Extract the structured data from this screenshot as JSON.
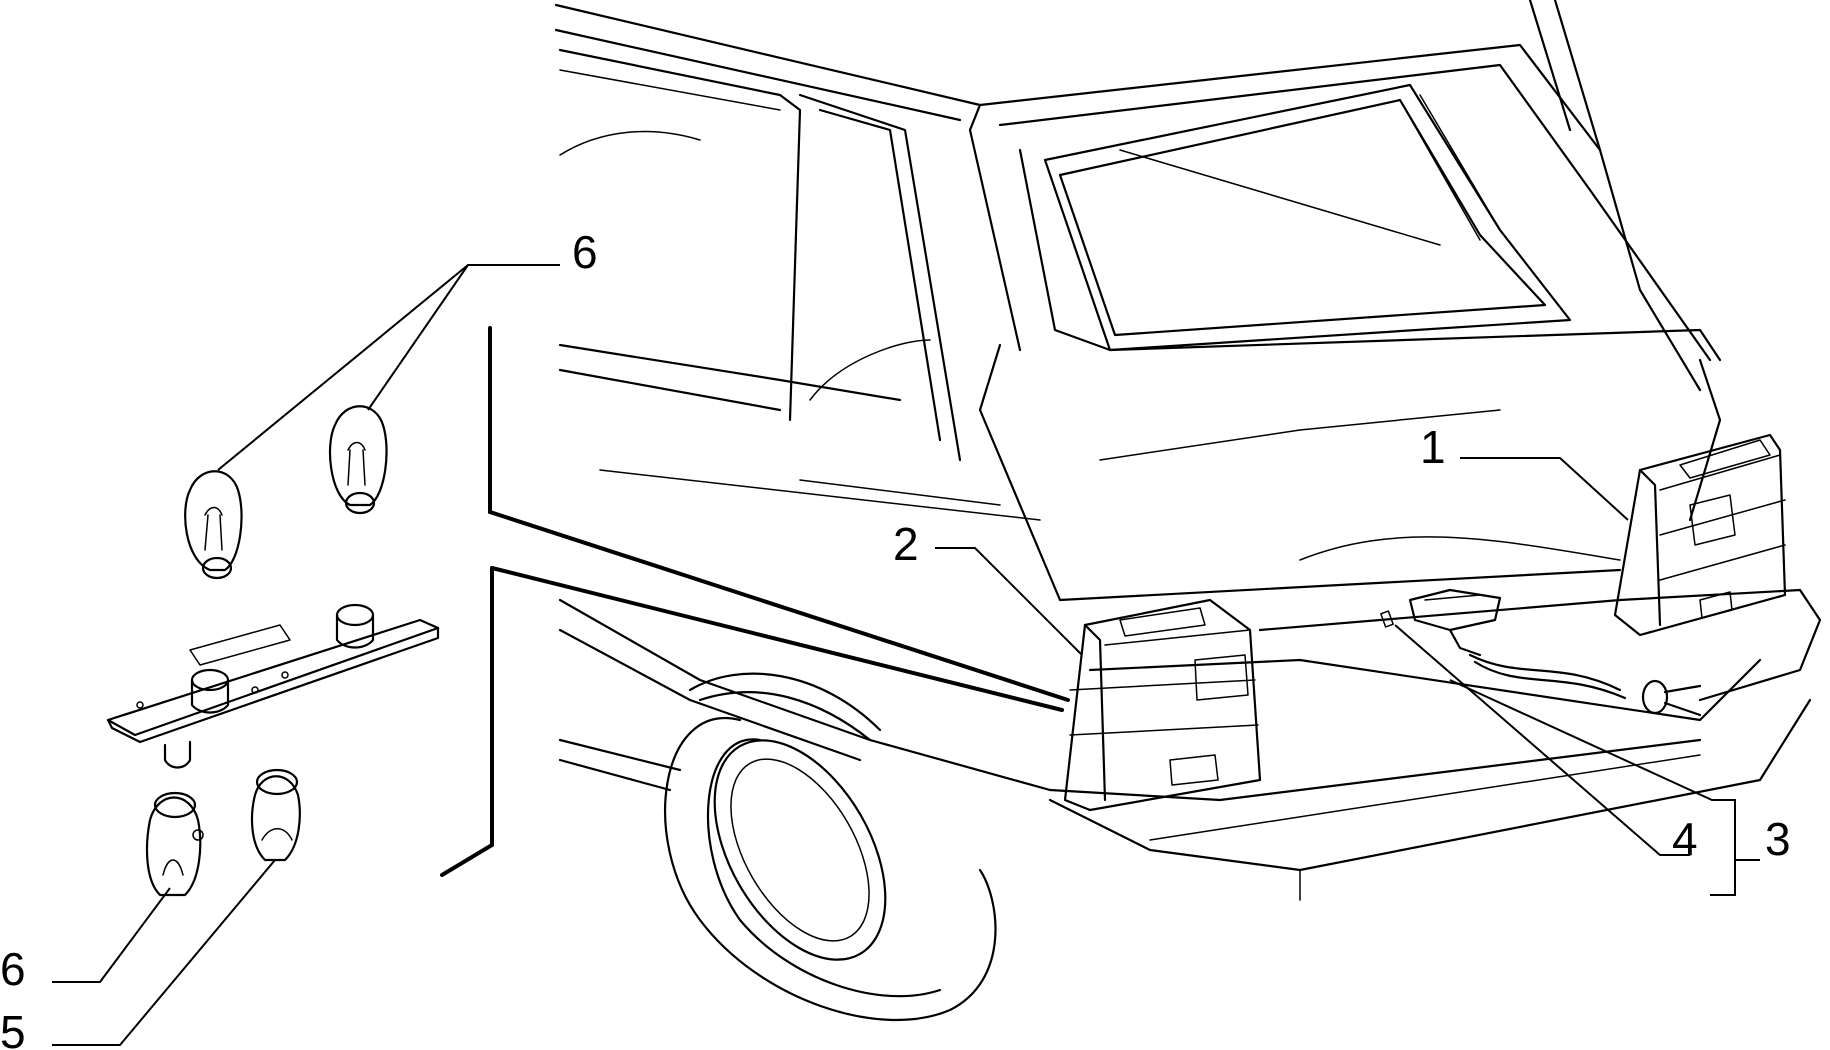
{
  "callouts": {
    "c1": "1",
    "c2": "2",
    "c3": "3",
    "c4": "4",
    "c5": "5",
    "c6_top": "6",
    "c6_bottom": "6"
  }
}
